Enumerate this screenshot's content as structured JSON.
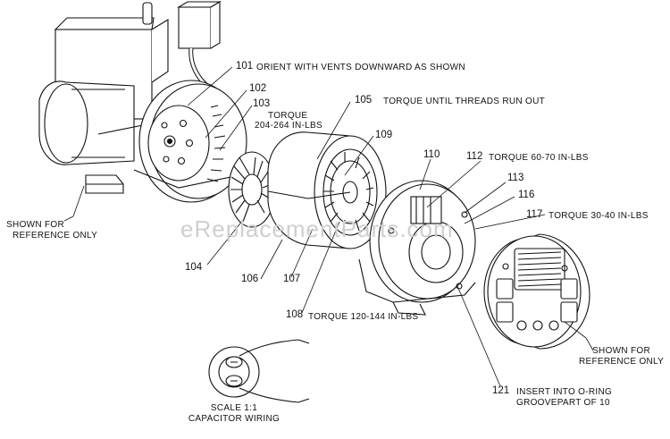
{
  "watermark": "eReplacementParts.com",
  "callouts": {
    "c101": {
      "num": "101",
      "note": "ORIENT WITH VENTS DOWNWARD AS SHOWN"
    },
    "c102": {
      "num": "102"
    },
    "c103": {
      "num": "103",
      "note_line1": "TORQUE",
      "note_line2": "204-264 IN-LBS"
    },
    "c104": {
      "num": "104"
    },
    "c105": {
      "num": "105",
      "note": "TORQUE UNTIL THREADS RUN OUT"
    },
    "c106": {
      "num": "106"
    },
    "c107": {
      "num": "107"
    },
    "c108": {
      "num": "108",
      "note": "TORQUE 120-144 IN-LBS"
    },
    "c109": {
      "num": "109"
    },
    "c110": {
      "num": "110"
    },
    "c112": {
      "num": "112",
      "note": "TORQUE 60-70 IN-LBS"
    },
    "c113": {
      "num": "113"
    },
    "c116": {
      "num": "116"
    },
    "c117": {
      "num": "117",
      "note": "TORQUE 30-40 IN-LBS"
    },
    "c121": {
      "num": "121",
      "note_line1": "INSERT INTO O-RING",
      "note_line2": "GROOVEPART OF 10"
    }
  },
  "reference_notes": {
    "left_line1": "SHOWN FOR",
    "left_line2": "REFERENCE ONLY",
    "right_line1": "SHOWN FOR",
    "right_line2": "REFERENCE ONLY"
  },
  "capacitor": {
    "line1": "SCALE 1:1",
    "line2": "CAPACITOR WIRING"
  }
}
